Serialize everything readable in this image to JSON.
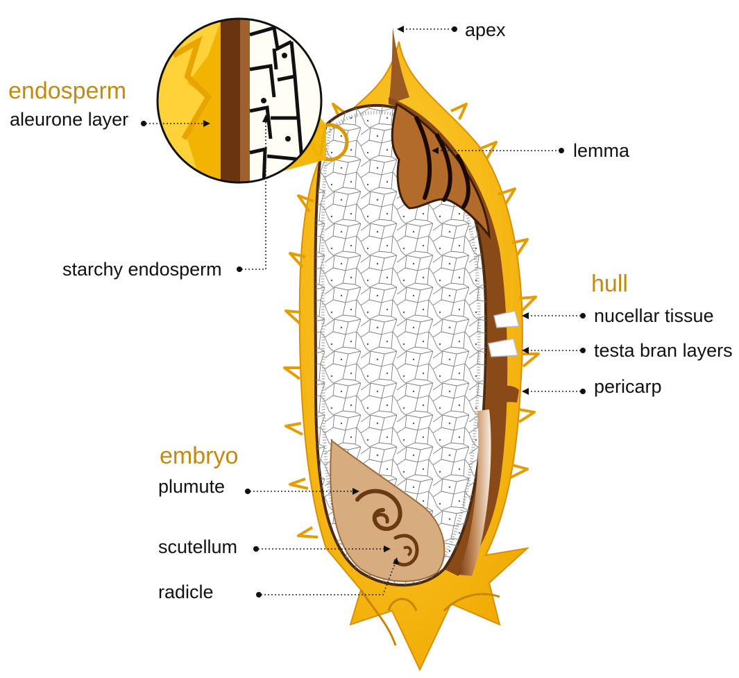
{
  "colors": {
    "hull_gold": "#f3b400",
    "hull_dark_gold": "#d98f00",
    "lemma_brown": "#8a4a17",
    "embryo_tan": "#d7ac7e",
    "endosperm_white": "#ffffff",
    "cell_line": "#707070",
    "group_heading": "#c28a10",
    "label_text": "#111111"
  },
  "groups": {
    "endosperm": {
      "heading": "endosperm",
      "labels": {
        "aleurone": "aleurone layer",
        "starchy": "starchy endosperm"
      }
    },
    "hull": {
      "heading": "hull",
      "labels": {
        "nucellar": "nucellar tissue",
        "testa": "testa bran layers",
        "pericarp": "pericarp"
      }
    },
    "embryo": {
      "heading": "embryo",
      "labels": {
        "plumute": "plumute",
        "scutellum": "scutellum",
        "radicle": "radicle"
      }
    }
  },
  "labels": {
    "apex": "apex",
    "lemma": "lemma"
  }
}
